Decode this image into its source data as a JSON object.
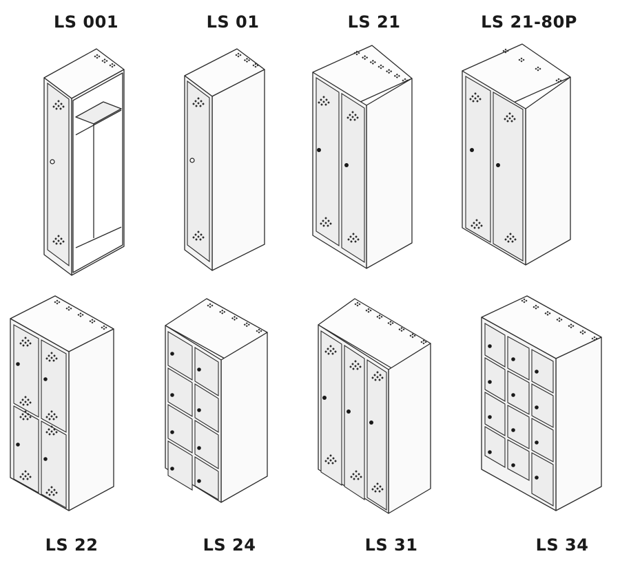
{
  "lockers": [
    {
      "model": "LS 001",
      "doors_wide": 1,
      "doors_high": 1,
      "open_frame": true
    },
    {
      "model": "LS 01",
      "doors_wide": 1,
      "doors_high": 1,
      "open_frame": false
    },
    {
      "model": "LS 21",
      "doors_wide": 2,
      "doors_high": 1,
      "open_frame": false
    },
    {
      "model": "LS 21-80P",
      "doors_wide": 2,
      "doors_high": 1,
      "open_frame": false
    },
    {
      "model": "LS 22",
      "doors_wide": 2,
      "doors_high": 2,
      "open_frame": false
    },
    {
      "model": "LS 24",
      "doors_wide": 2,
      "doors_high": 4,
      "open_frame": false
    },
    {
      "model": "LS 31",
      "doors_wide": 3,
      "doors_high": 1,
      "open_frame": false
    },
    {
      "model": "LS 34",
      "doors_wide": 3,
      "doors_high": 4,
      "open_frame": false
    }
  ]
}
